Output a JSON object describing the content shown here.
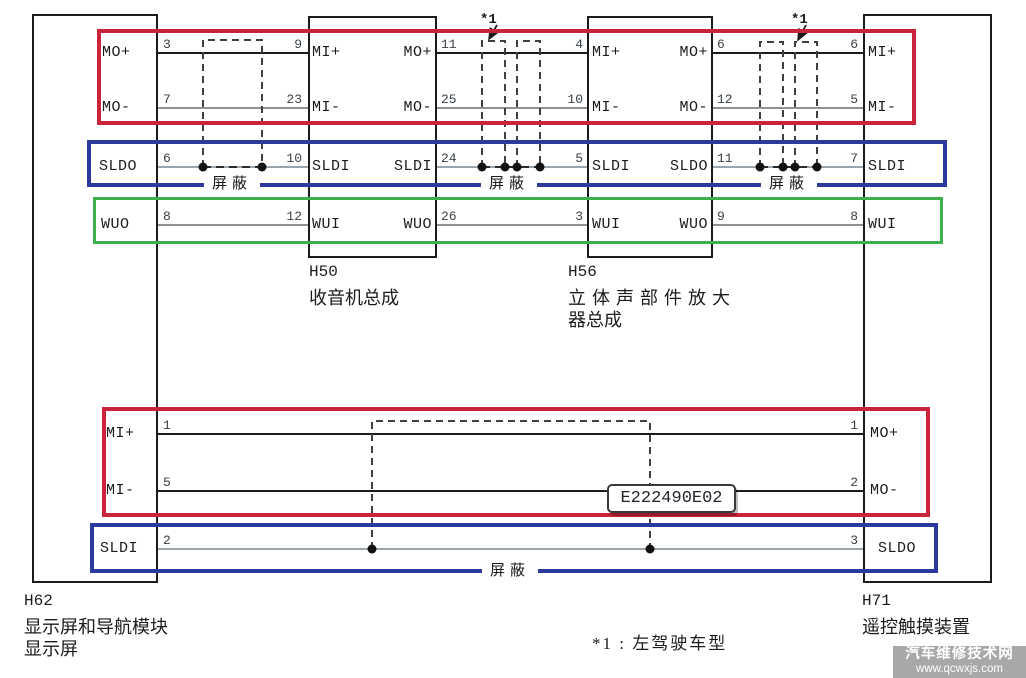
{
  "colors": {
    "group_red": "#c9243a",
    "group_blue": "#2b3a9c",
    "group_green": "#3db04e",
    "wire_black": "#1c1c1c",
    "wire_gray": "#8e9196",
    "wire_shield": "#9aa4ac",
    "watermark_bg": "#a8a8a8"
  },
  "connectors": {
    "h62": {
      "code": "H62",
      "name_line1": "显示屏和导航模块",
      "name_line2": "显示屏"
    },
    "h50": {
      "code": "H50",
      "name_line1": "收音机总成"
    },
    "h56": {
      "code": "H56",
      "name_line1": "立体声部件放大",
      "name_line2": "器总成"
    },
    "h71": {
      "code": "H71",
      "name_line1": "遥控触摸装置"
    }
  },
  "top": {
    "h62_labels": [
      "MO+",
      "MO-",
      "SLDO",
      "WUO"
    ],
    "h50_in": [
      "MI+",
      "MI-",
      "SLDI",
      "WUI"
    ],
    "h50_out": [
      "MO+",
      "MO-",
      "SLDI",
      "WUO"
    ],
    "h56_in": [
      "MI+",
      "MI-",
      "SLDI",
      "WUI"
    ],
    "h56_out": [
      "MO+",
      "MO-",
      "SLDO",
      "WUO"
    ],
    "h71_labels": [
      "MI+",
      "MI-",
      "SLDI",
      "WUI"
    ],
    "pins_span1_left": [
      "3",
      "7",
      "6",
      "8"
    ],
    "pins_span1_right": [
      "9",
      "23",
      "10",
      "12"
    ],
    "pins_span2_left": [
      "11",
      "25",
      "24",
      "26"
    ],
    "pins_span2_right": [
      "4",
      "10",
      "5",
      "3"
    ],
    "pins_span3_left": [
      "6",
      "12",
      "11",
      "9"
    ],
    "pins_span3_right": [
      "6",
      "5",
      "7",
      "8"
    ],
    "star_mark": "*1",
    "shield_label": "屏蔽"
  },
  "bottom": {
    "h62_labels": [
      "MI+",
      "MI-",
      "SLDI"
    ],
    "h71_labels": [
      "MO+",
      "MO-",
      "SLDO"
    ],
    "pins_left": [
      "1",
      "5",
      "2"
    ],
    "pins_right": [
      "1",
      "2",
      "3"
    ],
    "shield_label": "屏蔽",
    "eco_label": "E222490E02"
  },
  "footer": {
    "note": "*1 : 左驾驶车型",
    "watermark_line1": "汽车维修技术网",
    "watermark_line2": "www.qcwxjs.com"
  }
}
